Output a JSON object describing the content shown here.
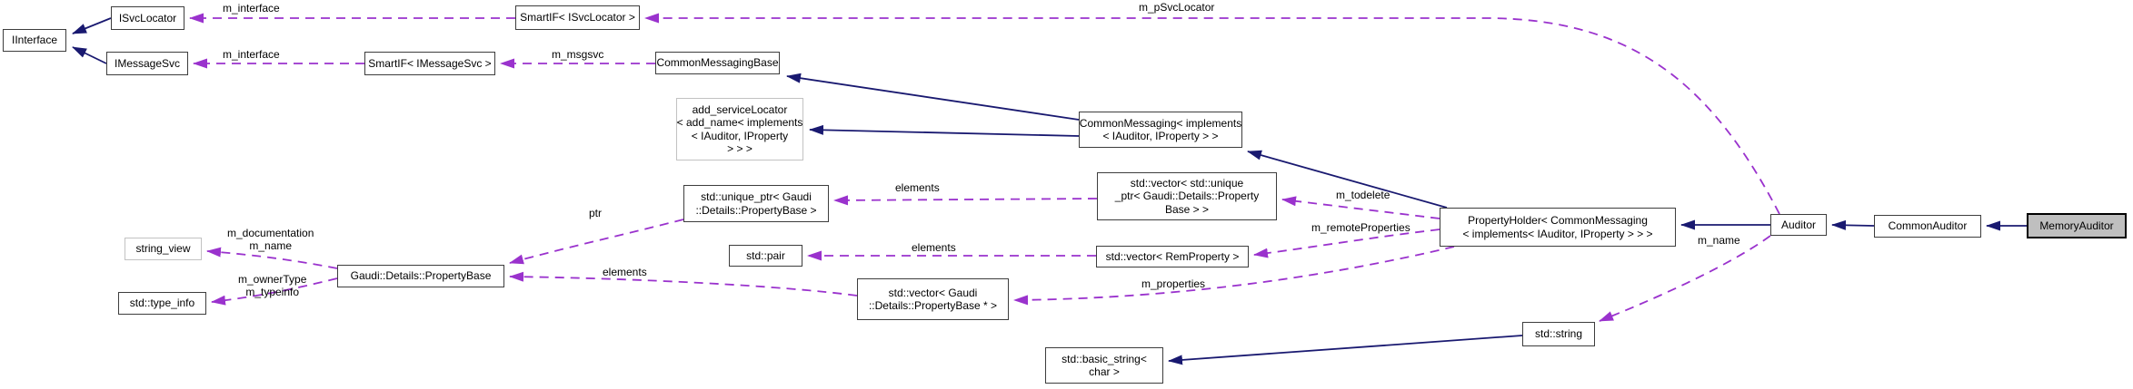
{
  "diagram": {
    "kind": "collaboration-graph",
    "subject": "MemoryAuditor",
    "colors": {
      "inheritance_edge": "#191970",
      "usage_edge": "#9a32cd",
      "node_border": "#3d3d3d",
      "template_node_border": "#c2c2c2",
      "subject_node_fill": "#bfbfbf",
      "node_fill": "#ffffff",
      "text": "#000000"
    },
    "nodes": {
      "iinterface": {
        "label": "IInterface"
      },
      "isvclocator": {
        "label": "ISvcLocator"
      },
      "imessagesvc": {
        "label": "IMessageSvc"
      },
      "smartif_isvclocator": {
        "label": "SmartIF< ISvcLocator >"
      },
      "smartif_imessagesvc": {
        "label": "SmartIF< IMessageSvc >"
      },
      "commonmessagingbase": {
        "label": "CommonMessagingBase"
      },
      "add_servicelocator": {
        "label": "add_serviceLocator\n< add_name< implements\n< IAuditor, IProperty\n> > >"
      },
      "commonmessaging": {
        "label": "CommonMessaging< implements\n< IAuditor, IProperty > >"
      },
      "vector_unique_ptr": {
        "label": "std::vector< std::unique\n_ptr< Gaudi::Details::Property\nBase > >"
      },
      "unique_ptr": {
        "label": "std::unique_ptr< Gaudi\n::Details::PropertyBase >"
      },
      "std_pair": {
        "label": "std::pair"
      },
      "vector_remproperty": {
        "label": "std::vector< RemProperty >"
      },
      "string_view": {
        "label": "string_view"
      },
      "propertybase": {
        "label": "Gaudi::Details::PropertyBase"
      },
      "type_info": {
        "label": "std::type_info"
      },
      "vector_propertybase": {
        "label": "std::vector< Gaudi\n::Details::PropertyBase * >"
      },
      "propertyholder": {
        "label": "PropertyHolder< CommonMessaging\n< implements< IAuditor, IProperty > > >"
      },
      "auditor": {
        "label": "Auditor"
      },
      "commonauditor": {
        "label": "CommonAuditor"
      },
      "memoryauditor": {
        "label": "MemoryAuditor"
      },
      "std_string": {
        "label": "std::string"
      },
      "basic_string": {
        "label": "std::basic_string<\nchar >"
      }
    },
    "edge_labels": {
      "m_interface_svc": "m_interface",
      "m_interface_msg": "m_interface",
      "m_msgsvc": "m_msgsvc",
      "m_pSvcLocator": "m_pSvcLocator",
      "m_todelete": "m_todelete",
      "m_remoteProperties": "m_remoteProperties",
      "elements_unique": "elements",
      "elements_pair": "elements",
      "elements_vector": "elements",
      "ptr": "ptr",
      "m_documentation_m_name": "m_documentation\nm_name",
      "m_ownerType_m_typeinfo": "m_ownerType\nm_typeinfo",
      "m_properties": "m_properties",
      "m_name": "m_name"
    }
  }
}
